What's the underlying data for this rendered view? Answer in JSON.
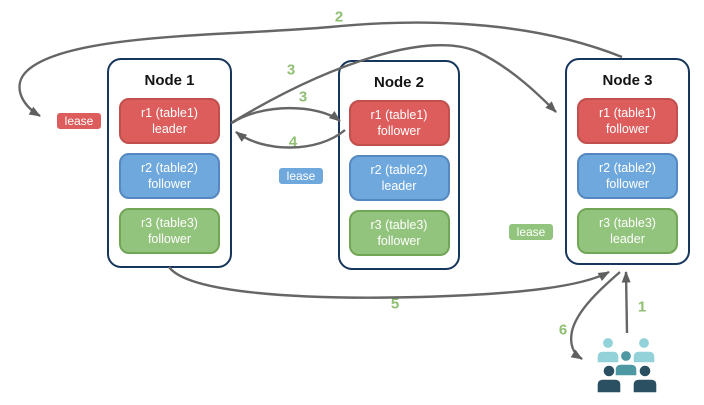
{
  "nodes": [
    {
      "title": "Node 1",
      "replicas": [
        {
          "name": "r1 (table1)",
          "role": "leader",
          "color": "red"
        },
        {
          "name": "r2 (table2)",
          "role": "follower",
          "color": "blue"
        },
        {
          "name": "r3 (table3)",
          "role": "follower",
          "color": "green"
        }
      ]
    },
    {
      "title": "Node 2",
      "replicas": [
        {
          "name": "r1 (table1)",
          "role": "follower",
          "color": "red"
        },
        {
          "name": "r2 (table2)",
          "role": "leader",
          "color": "blue"
        },
        {
          "name": "r3 (table3)",
          "role": "follower",
          "color": "green"
        }
      ]
    },
    {
      "title": "Node 3",
      "replicas": [
        {
          "name": "r1 (table1)",
          "role": "follower",
          "color": "red"
        },
        {
          "name": "r2 (table2)",
          "role": "follower",
          "color": "blue"
        },
        {
          "name": "r3 (table3)",
          "role": "leader",
          "color": "green"
        }
      ]
    }
  ],
  "leases": [
    {
      "label": "lease",
      "color": "red"
    },
    {
      "label": "lease",
      "color": "blue"
    },
    {
      "label": "lease",
      "color": "green"
    }
  ],
  "arrows": [
    {
      "label": "2",
      "from": "Node 3 top",
      "to": "lease (red)"
    },
    {
      "label": "3",
      "from": "Node 1 r1 leader",
      "to": "Node 3 r1 follower"
    },
    {
      "label": "3",
      "from": "Node 1 r1 leader",
      "to": "Node 2 r1 follower"
    },
    {
      "label": "4",
      "from": "Node 2 r1 follower",
      "to": "Node 1 r1 leader"
    },
    {
      "label": "5",
      "from": "Node 1 bottom",
      "to": "Node 3 bottom"
    },
    {
      "label": "1",
      "from": "users",
      "to": "Node 3 r3 leader"
    },
    {
      "label": "6",
      "from": "Node 3 r3 leader",
      "to": "users"
    }
  ],
  "icons": {
    "users_group": "users-group-icon"
  },
  "colors": {
    "replica_red": "#dd5c5c",
    "replica_red_border": "#c0504d",
    "replica_blue": "#6fa8dc",
    "replica_blue_border": "#5588c0",
    "replica_green": "#93c47d",
    "replica_green_border": "#72a657",
    "node_border": "#17365d",
    "arrow_gray": "#666666",
    "arrow_label_green": "#8fbf72",
    "users_light_teal": "#93d2d8",
    "users_mid_teal": "#4e98a3",
    "users_dark_slate": "#2b5062"
  }
}
